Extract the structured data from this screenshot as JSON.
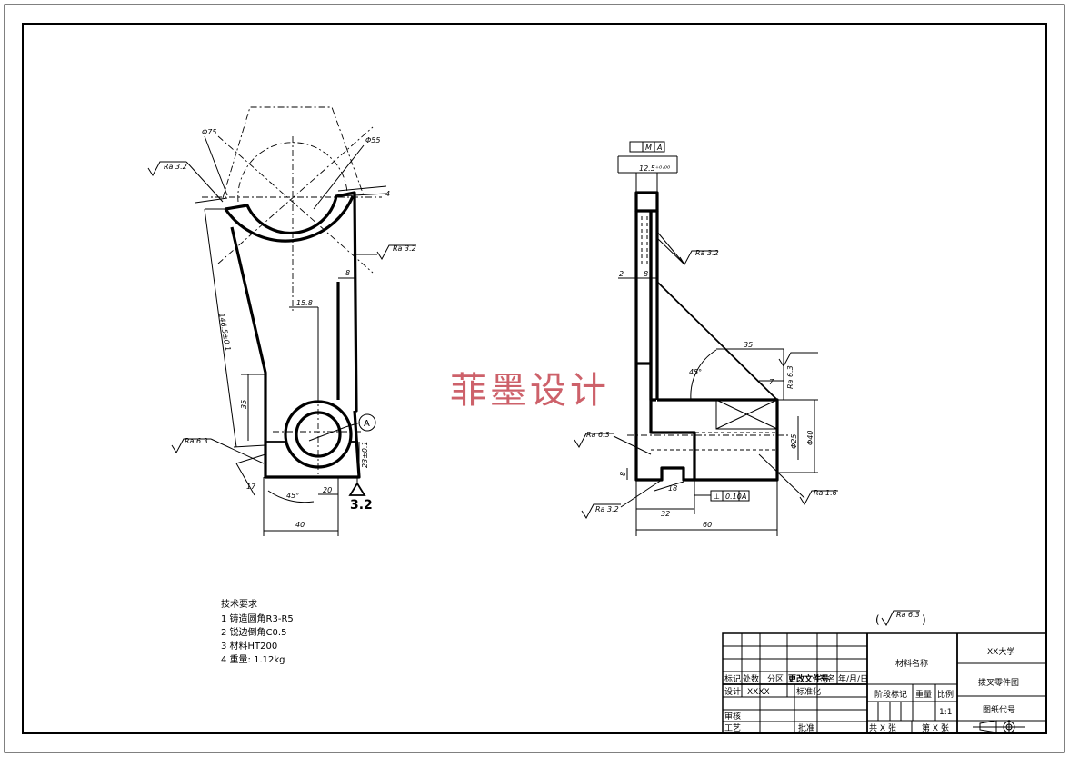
{
  "watermark": "菲墨设计",
  "dims_left": {
    "d75": "Φ75",
    "d55": "Φ55",
    "ra_top": "Ra 3.2",
    "ra_right": "Ra 3.2",
    "four": "4",
    "eight": "8",
    "v158": "15.8",
    "v1466": "146.5±0.1",
    "v35": "35",
    "v23": "23±0.1",
    "v17": "17",
    "v45": "45°",
    "v20": "20",
    "v40": "40",
    "ra_lower": "Ra 6.3",
    "surf": "3.2",
    "callout": "A"
  },
  "dims_right": {
    "top": "12.5⁺⁰·⁰⁰",
    "tol_m": "M",
    "tol_a": "A",
    "ra_mid": "Ra 3.2",
    "two": "2",
    "eight": "8",
    "v35": "35",
    "v45": "45°",
    "seven": "7",
    "ra_side": "Ra 6.3",
    "d25": "Φ25",
    "d40": "Φ40",
    "ra_low": "Ra 6.3",
    "ra_bot": "Ra 3.2",
    "ra16": "Ra 1.6",
    "eight_b": "8",
    "v18": "18",
    "v32": "32",
    "v60": "60",
    "tol2_val": "0.10",
    "tol2_a": "A"
  },
  "tech": {
    "title": "技术要求",
    "items": [
      "1  铸造圆角R3-R5",
      "2  锐边倒角C0.5",
      "3  材料HT200",
      "4  重量: 1.12kg"
    ]
  },
  "general_ra": "Ra 6.3",
  "title_block": {
    "biaoji": "标记",
    "chushu": "处数",
    "fenqu": "分区",
    "gengai": "更改文件号",
    "qianming": "签名",
    "nianyueri": "年/月/日",
    "sheji": "设计",
    "xxxx": "XXXX",
    "biaozhunhua": "标准化",
    "shenhe": "审核",
    "gongyi": "工艺",
    "pizhun": "批准",
    "cailiao": "材料名称",
    "jieduan": "阶段标记",
    "zhongliang": "重量",
    "bili": "比例",
    "scale": "1:1",
    "school": "XX大学",
    "part": "拨叉零件图",
    "tuzhi": "图纸代号",
    "gong": "共  X  张",
    "di": "第  X  张"
  }
}
